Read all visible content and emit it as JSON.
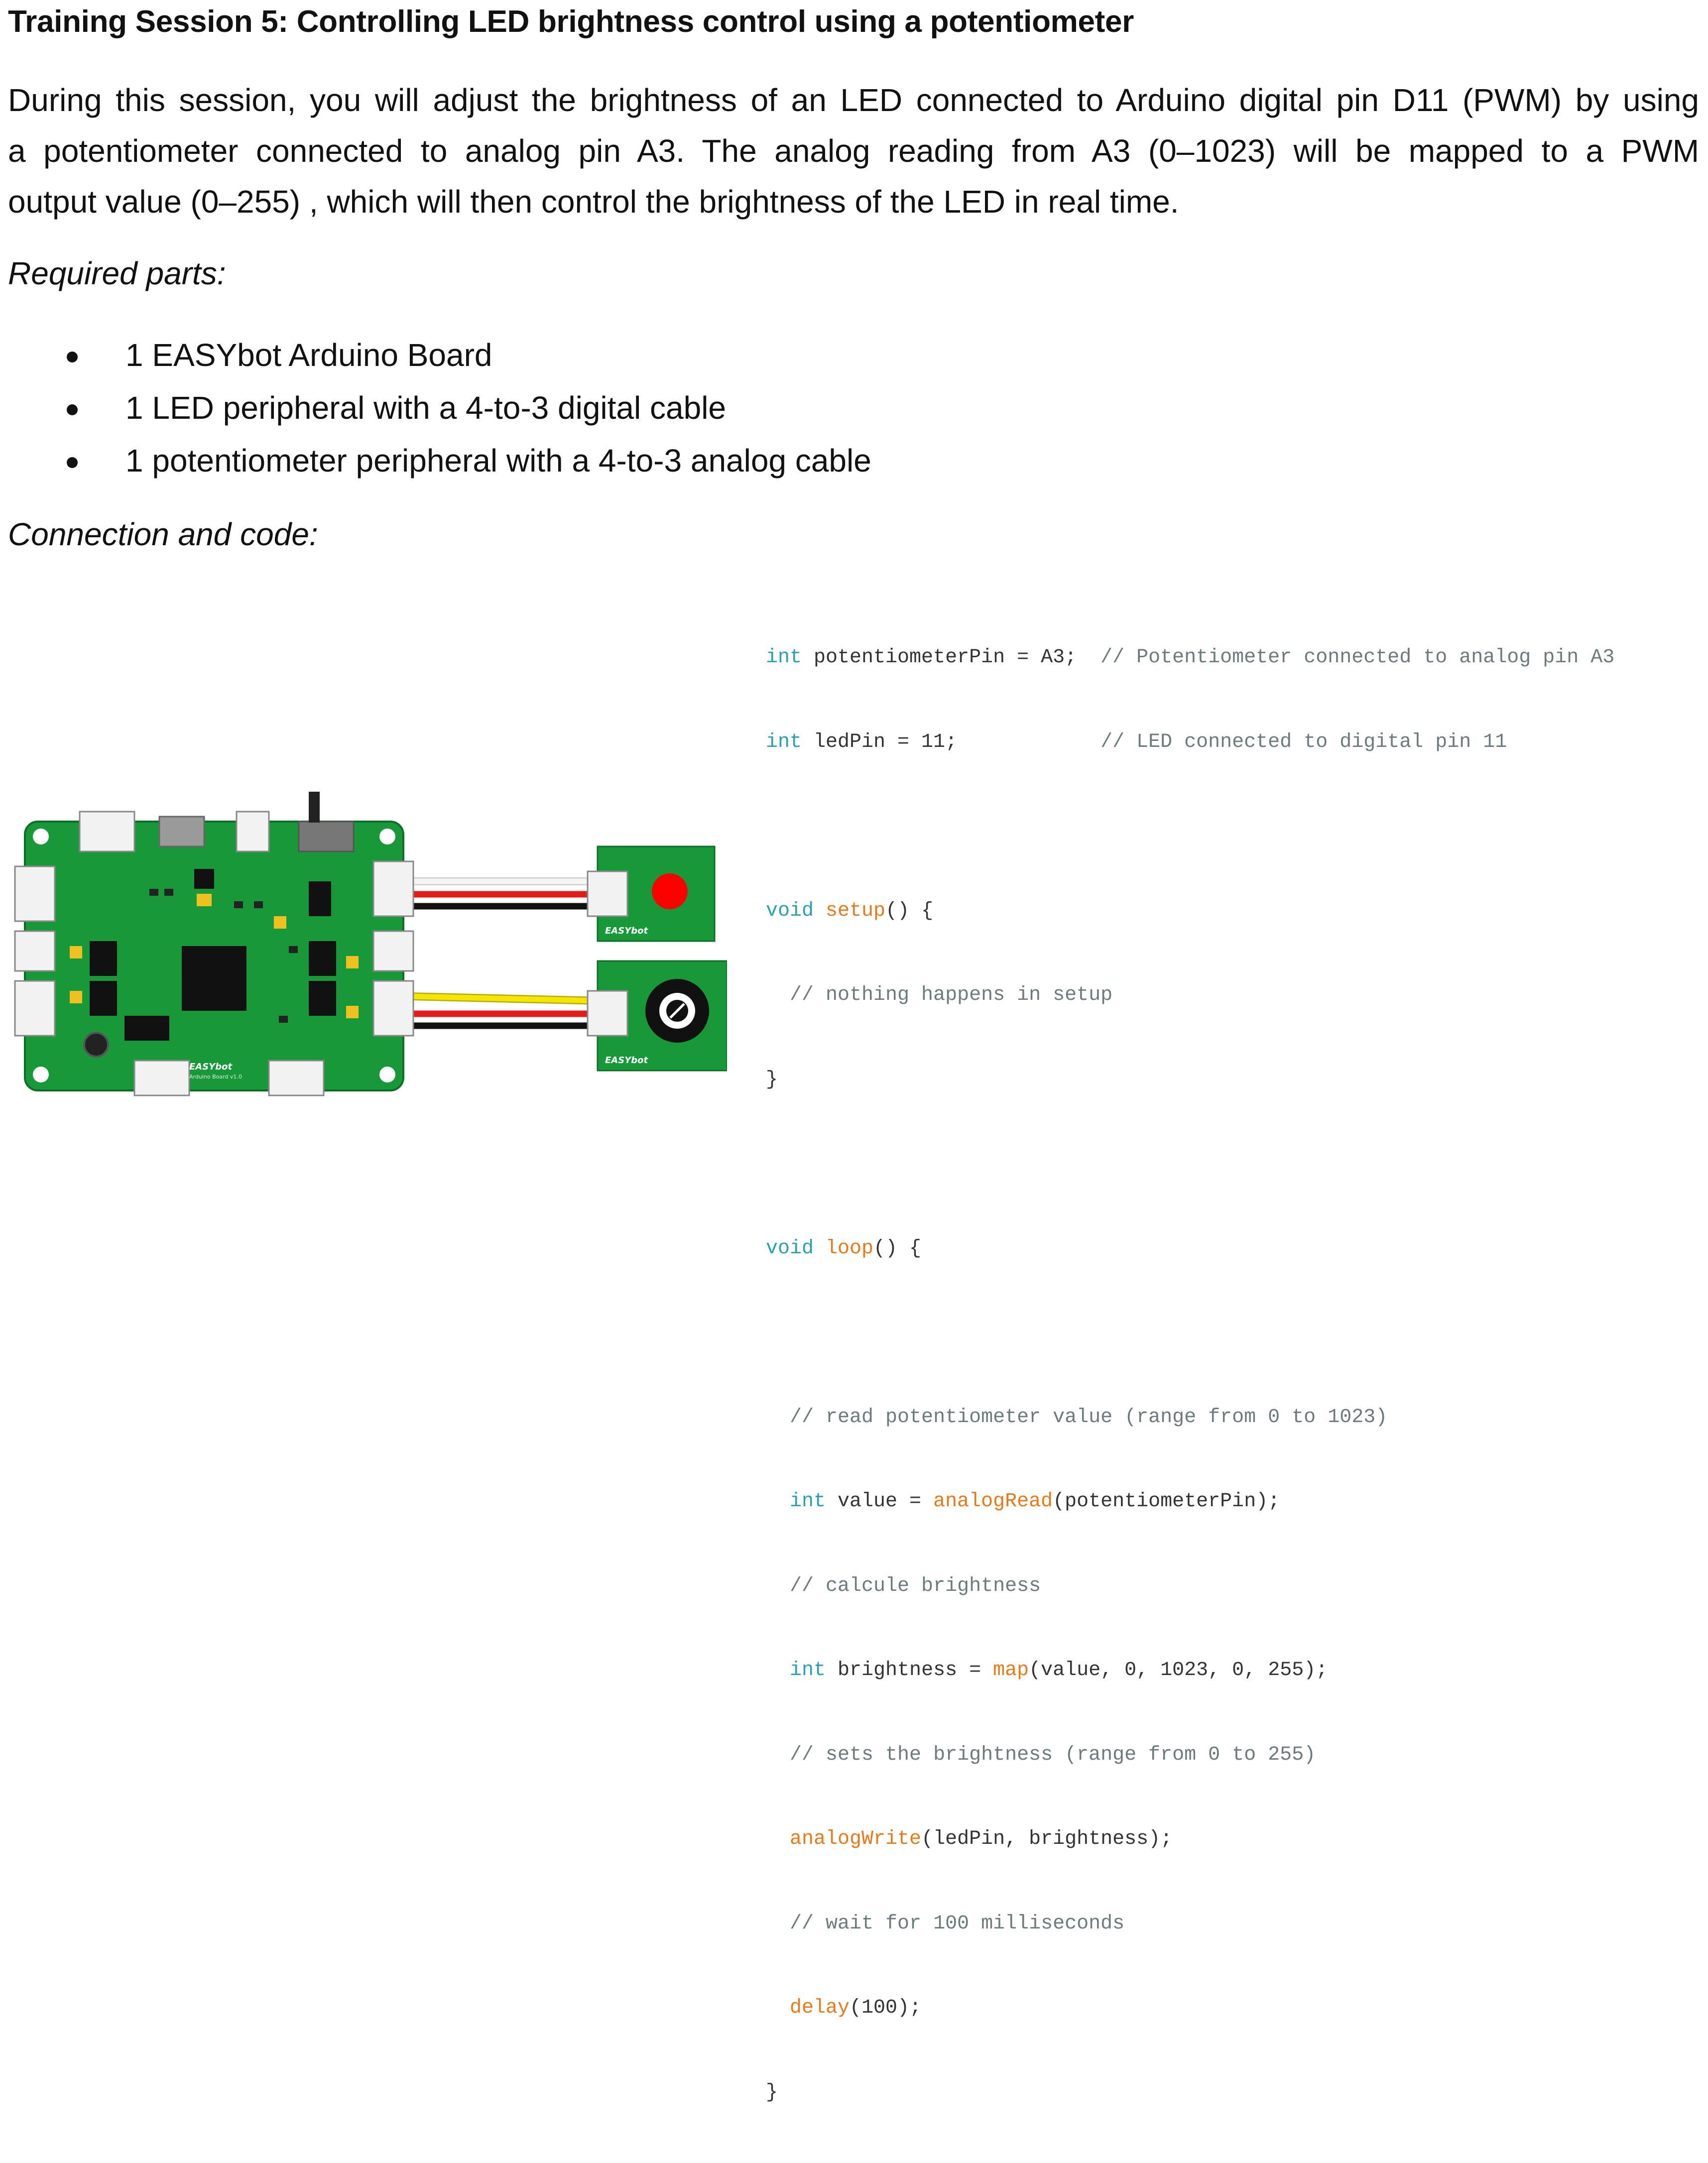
{
  "title": "Training Session 5: Controlling LED brightness control using a potentiometer",
  "intro": {
    "line1": "During this session, you will adjust the brightness of an LED connected to Arduino digital pin D11 (PWM) by using",
    "line2": "a potentiometer connected to analog pin A3. The analog reading from A3 (0–1023) will be mapped to a PWM",
    "line3": "output value (0–255) , which will then control the brightness of the LED in real time."
  },
  "required_heading": "Required parts:",
  "parts": [
    "1 EASYbot Arduino Board",
    "1 LED peripheral with a 4-to-3 digital cable",
    "1 potentiometer peripheral with a 4-to-3 analog cable"
  ],
  "connection_heading": "Connection and code:",
  "code": {
    "l1": {
      "kw": "int",
      "text": " potentiometerPin = A3;  ",
      "comment": "// Potentiometer connected to analog pin A3"
    },
    "l2": {
      "kw": "int",
      "text": " ledPin = 11;            ",
      "comment": "// LED connected to digital pin 11"
    },
    "l4": {
      "kw": "void",
      "fn": "setup",
      "text": "() {"
    },
    "l5": {
      "comment": "// nothing happens in setup"
    },
    "l6": {
      "text": "}"
    },
    "l8": {
      "kw": "void",
      "fn": "loop",
      "text": "() {"
    },
    "l10": {
      "comment": "// read potentiometer value (range from 0 to 1023)"
    },
    "l11": {
      "kw": "int",
      "text_a": " value = ",
      "fn": "analogRead",
      "text_b": "(potentiometerPin);"
    },
    "l12": {
      "comment": "// calcule brightness"
    },
    "l13": {
      "kw": "int",
      "text_a": " brightness = ",
      "fn": "map",
      "text_b": "(value, 0, 1023, 0, 255);"
    },
    "l14": {
      "comment": "// sets the brightness (range from 0 to 255)"
    },
    "l15": {
      "fn": "analogWrite",
      "text": "(ledPin, brightness);"
    },
    "l16": {
      "comment": "// wait for 100 milliseconds"
    },
    "l17": {
      "fn": "delay",
      "text": "(100);"
    },
    "l18": {
      "text": "}"
    }
  },
  "diagram": {
    "board_label": "EASYbot",
    "board_sub": "Arduino Board v1.0",
    "led_module_label": "EASYbot",
    "pot_module_label": "EASYbot",
    "colors": {
      "pcb": "#17993a",
      "pcb_dark": "#0e6e28",
      "led": "#ff0000",
      "wire_red": "#e21b1b",
      "wire_black": "#111111",
      "wire_white": "#f5f5f5",
      "wire_yellow": "#f4e600"
    }
  }
}
